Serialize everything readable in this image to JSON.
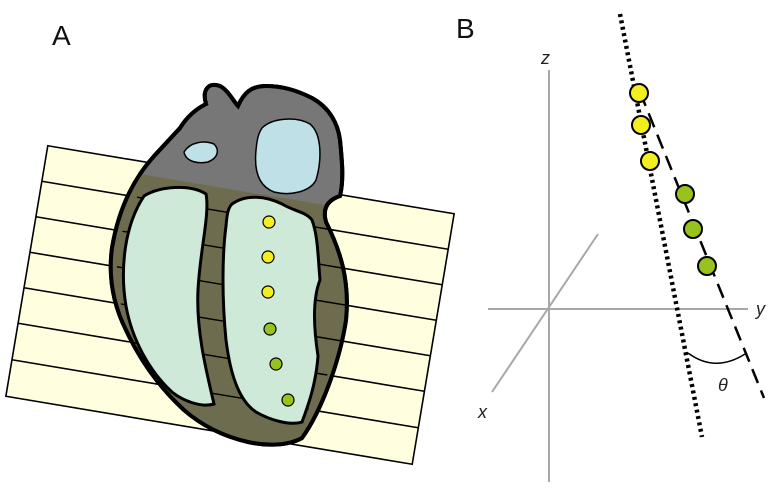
{
  "panels": {
    "a": {
      "label": "A"
    },
    "b": {
      "label": "B"
    }
  },
  "axes": {
    "z": "z",
    "y": "y",
    "x": "x"
  },
  "angle_label": "θ",
  "colors": {
    "slice_fill": "#ffffe0",
    "heart_wall": "#7a7a7a",
    "heart_overlay": "#6e6c4f",
    "chamber": "#cfe9d8",
    "atria": "#bfe0e6",
    "point_yellow": "#f3ee20",
    "point_green": "#98c21d",
    "axis_gray": "#a8a8a8"
  }
}
